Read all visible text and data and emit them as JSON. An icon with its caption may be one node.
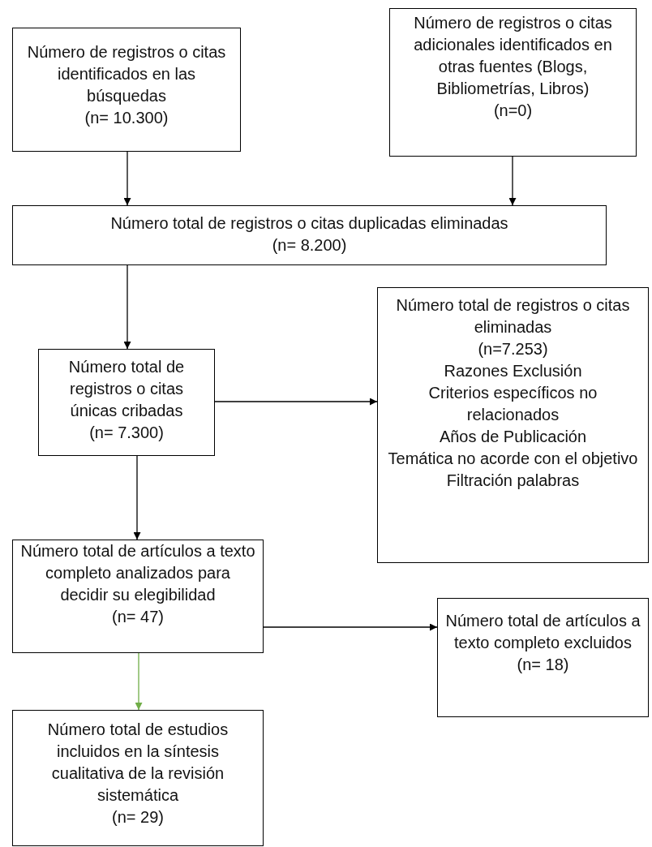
{
  "diagram": {
    "nodes": [
      {
        "text": [
          "Número de registros o citas identificados en las búsquedas",
          "(n= 10.300)"
        ]
      },
      {
        "text": [
          "Número de registros o citas adicionales identificados en otras fuentes (Blogs, Bibliometrías, Libros)",
          "(n=0)"
        ]
      },
      {
        "text": [
          "Número total de registros o citas duplicadas eliminadas",
          "(n= 8.200)"
        ]
      },
      {
        "text": [
          "Número total de registros o citas únicas cribadas",
          "(n= 7.300)"
        ]
      },
      {
        "text": [
          "Número total de registros o citas eliminadas",
          "(n=7.253)",
          "Razones Exclusión",
          "Criterios específicos no relacionados",
          "Años de Publicación",
          "Temática no acorde con el objetivo",
          "Filtración palabras"
        ]
      },
      {
        "text": [
          "Número total de artículos a texto completo analizados para decidir su elegibilidad",
          "(n= 47)"
        ]
      },
      {
        "text": [
          "Número total de artículos a texto completo excluidos",
          "(n= 18)"
        ]
      },
      {
        "text": [
          "Número total de estudios incluidos en la síntesis cualitativa de la revisión sistemática",
          "(n= 29)"
        ]
      }
    ],
    "edges": [
      {
        "from": 0,
        "to": 2,
        "arrow": "to"
      },
      {
        "from": 1,
        "to": 2,
        "arrow": "to"
      },
      {
        "from": 2,
        "to": 3,
        "arrow": "to"
      },
      {
        "from": 3,
        "to": 4,
        "arrow": "to"
      },
      {
        "from": 3,
        "to": 5,
        "arrow": "to"
      },
      {
        "from": 5,
        "to": 6,
        "arrow": "to"
      },
      {
        "from": 5,
        "to": 7,
        "arrow": "to",
        "color": "#70ad47"
      }
    ]
  }
}
